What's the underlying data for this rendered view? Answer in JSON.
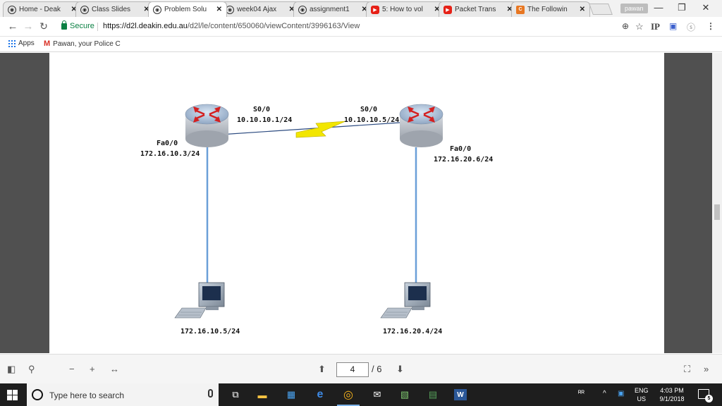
{
  "browser": {
    "tabs": [
      {
        "title": "Home - Deak",
        "favicon": "circle-icon",
        "active": false
      },
      {
        "title": "Class Slides",
        "favicon": "circle-icon",
        "active": false
      },
      {
        "title": "Problem Solu",
        "favicon": "circle-icon",
        "active": true
      },
      {
        "title": "week04 Ajax",
        "favicon": "circle-icon",
        "active": false
      },
      {
        "title": "assignment1",
        "favicon": "circle-icon",
        "active": false
      },
      {
        "title": "5: How to vol",
        "favicon": "youtube-icon",
        "active": false
      },
      {
        "title": "Packet Trans",
        "favicon": "youtube-icon",
        "active": false
      },
      {
        "title": "The Followin",
        "favicon": "chegg-icon",
        "active": false
      }
    ],
    "profile_name": "pawan",
    "window_controls": {
      "minimize": "—",
      "restore": "❐",
      "close": "✕"
    },
    "secure_label": "Secure",
    "url_host": "https://d2l.deakin.edu.au",
    "url_path": "/d2l/le/content/650060/viewContent/3996163/View",
    "ip_label": "IP",
    "bookmarks": [
      {
        "label": "Apps",
        "icon": "apps-grid-icon"
      },
      {
        "label": "Pawan, your Police C",
        "icon": "gmail-icon"
      }
    ]
  },
  "diagram": {
    "router_left": {
      "serial_interface": "S0/0",
      "serial_ip": "10.10.10.1/24",
      "fa_interface": "Fa0/0",
      "fa_ip": "172.16.10.3/24"
    },
    "router_right": {
      "serial_interface": "S0/0",
      "serial_ip": "10.10.10.5/24",
      "fa_interface": "Fa0/0",
      "fa_ip": "172.16.20.6/24"
    },
    "pc_left_ip": "172.16.10.5/24",
    "pc_right_ip": "172.16.20.4/24",
    "colors": {
      "router_arrow": "#d42020",
      "lan_link": "#6a9fd8",
      "serial_link": "#f2e600"
    }
  },
  "pdf_toolbar": {
    "current_page": "4",
    "total_pages": "/ 6"
  },
  "taskbar": {
    "search_placeholder": "Type here to search",
    "language": "ENG",
    "region": "US",
    "time": "4:03 PM",
    "date": "9/1/2018",
    "notification_count": "5"
  }
}
